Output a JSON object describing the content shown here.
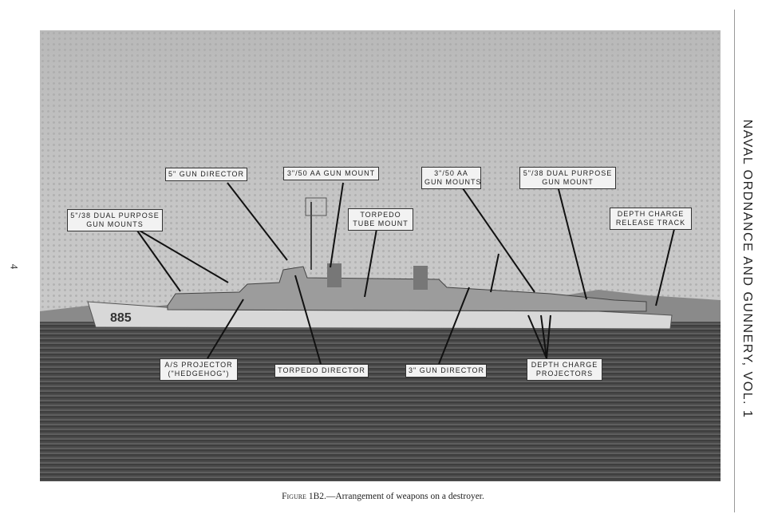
{
  "page_number": "4",
  "running_title": "NAVAL ORDNANCE AND GUNNERY, VOL. 1",
  "caption": {
    "figure": "Figure 1B2.",
    "text": "—Arrangement of weapons on a destroyer."
  },
  "hull_number": "885",
  "labels": {
    "gun_mounts_538": [
      "5\"/38 DUAL PURPOSE",
      "GUN MOUNTS"
    ],
    "gun_director_5": "5\" GUN DIRECTOR",
    "aa_mount_350": "3\"/50 AA GUN MOUNT",
    "torpedo_tube": [
      "TORPEDO",
      "TUBE MOUNT"
    ],
    "aa_mounts_350": [
      "3\"/50 AA",
      "GUN MOUNTS"
    ],
    "gun_mount_538": [
      "5\"/38 DUAL PURPOSE",
      "GUN MOUNT"
    ],
    "depth_charge_track": [
      "DEPTH CHARGE",
      "RELEASE TRACK"
    ],
    "hedgehog": [
      "A/S PROJECTOR",
      "(\"HEDGEHOG\")"
    ],
    "torpedo_director": "TORPEDO DIRECTOR",
    "gun_director_3": "3\" GUN DIRECTOR",
    "depth_charge_projectors": [
      "DEPTH CHARGE",
      "PROJECTORS"
    ]
  }
}
